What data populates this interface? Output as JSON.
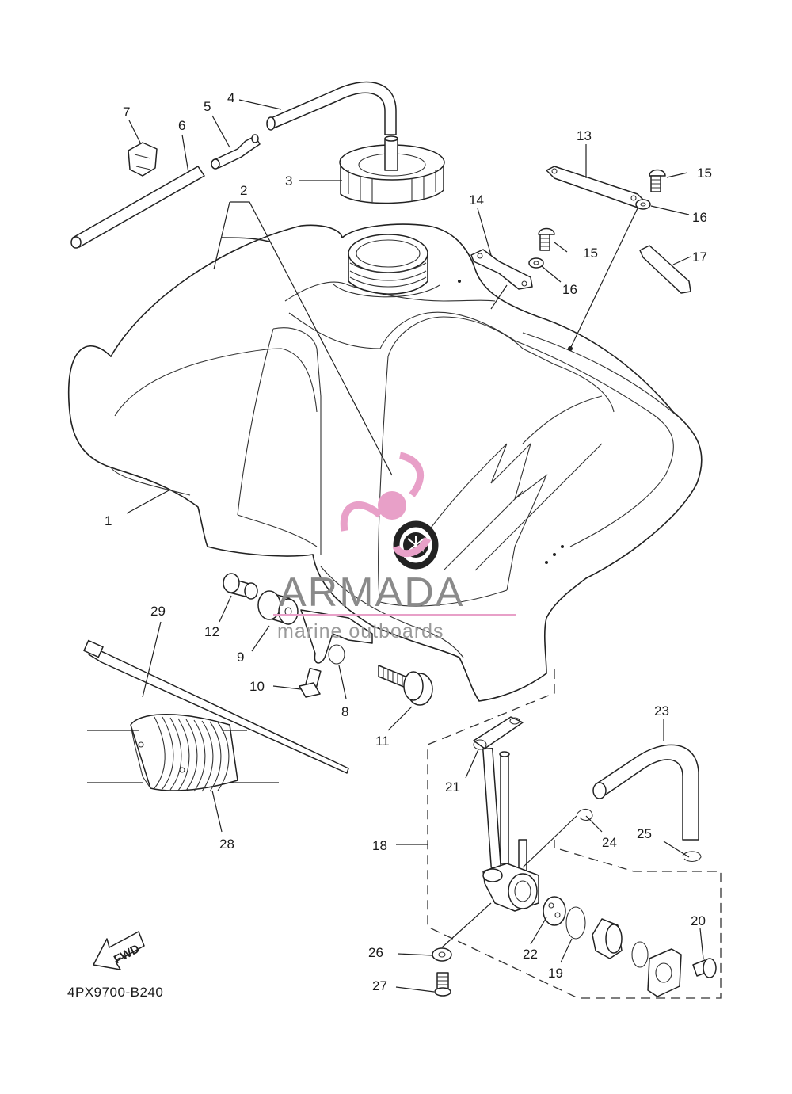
{
  "diagram_code": "4PX9700-B240",
  "fwd_label": "FWD",
  "watermark": {
    "brand": "ARMADA",
    "sub": "marine outboards",
    "color": "#e8a0c8"
  },
  "callouts": {
    "p1": "1",
    "p2": "2",
    "p3": "3",
    "p4": "4",
    "p5": "5",
    "p6": "6",
    "p7": "7",
    "p8": "8",
    "p9": "9",
    "p10": "10",
    "p11": "11",
    "p12": "12",
    "p13": "13",
    "p14": "14",
    "p15a": "15",
    "p15b": "15",
    "p16a": "16",
    "p16b": "16",
    "p17": "17",
    "p18": "18",
    "p19": "19",
    "p20": "20",
    "p21": "21",
    "p22": "22",
    "p23": "23",
    "p24": "24",
    "p25": "25",
    "p26": "26",
    "p27": "27",
    "p28": "28",
    "p29": "29"
  }
}
